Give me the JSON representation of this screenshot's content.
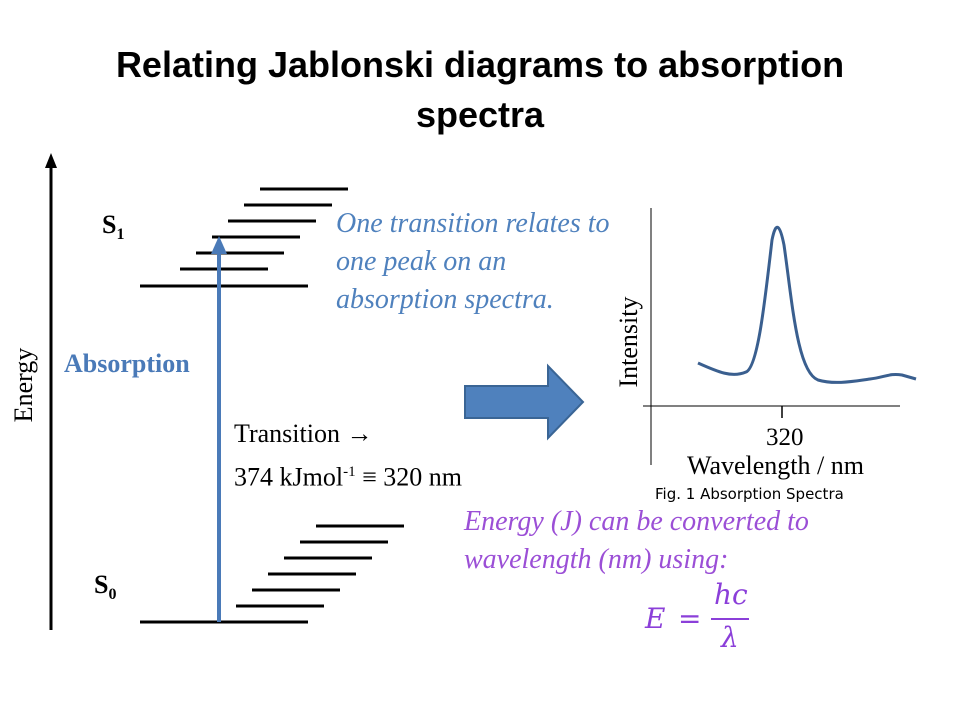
{
  "title": {
    "line1": "Relating Jablonski diagrams to absorption",
    "line2": "spectra"
  },
  "jablonski": {
    "axis_label": "Energy",
    "s1_label": "S",
    "s1_sub": "1",
    "s0_label": "S",
    "s0_sub": "0",
    "absorption_label": "Absorption",
    "transition_line1": "Transition →",
    "transition_value_prefix": "374 kJmol",
    "transition_value_sup": "-1",
    "transition_value_suffix": " ≡ 320 nm"
  },
  "notes": {
    "transition_note": "One transition relates to one peak on an absorption spectra.",
    "energy_note": "Energy (J) can be converted to wavelength (nm) using:"
  },
  "formula": {
    "lhs": "E",
    "equals": "=",
    "numerator": "hc",
    "denominator": "λ"
  },
  "colors": {
    "absorption_arrow": "#4a7ab8",
    "block_arrow_fill": "#4f81bd",
    "block_arrow_stroke": "#3a6595",
    "spectrum_line": "#3a5f8f",
    "blue_text": "#4f81bd",
    "purple_text": "#9b4fd6"
  },
  "chart_data": {
    "type": "line",
    "title": "Fig. 1 Absorption Spectra",
    "xlabel": "Wavelength  / nm",
    "ylabel": "Intensity",
    "x_ticks": [
      320
    ],
    "peak_x": 320,
    "grid": false,
    "legend": "none"
  }
}
